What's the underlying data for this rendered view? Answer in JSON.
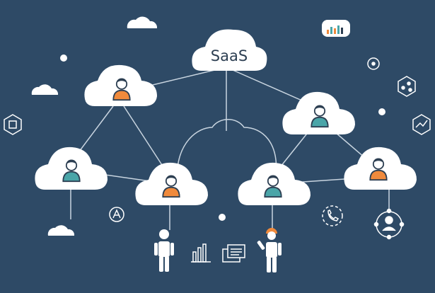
{
  "title": "SaaS",
  "colors": {
    "background": "#2e4a66",
    "cloud": "#ffffff",
    "line": "#c9d5e0",
    "orange_shirt": "#f08a3c",
    "teal_shirt": "#4aa5a8",
    "skin": "#ffffff",
    "hair": "#2d3f52",
    "icon_stroke": "#ffffff"
  },
  "nodes": [
    {
      "id": "saas-hub",
      "kind": "label"
    },
    {
      "id": "user-top-left",
      "kind": "user",
      "shirt": "orange"
    },
    {
      "id": "user-top-right",
      "kind": "user",
      "shirt": "teal"
    },
    {
      "id": "user-mid-left",
      "kind": "user",
      "shirt": "teal"
    },
    {
      "id": "user-center-left",
      "kind": "user",
      "shirt": "orange"
    },
    {
      "id": "user-center-right",
      "kind": "user",
      "shirt": "teal"
    },
    {
      "id": "user-mid-right",
      "kind": "user",
      "shirt": "orange"
    }
  ],
  "icons": [
    "bar-chart-icon",
    "settings-node-icon",
    "network-hexagon-icon",
    "trend-chart-icon",
    "ai-icon",
    "circuit-icon",
    "phone-icon",
    "user-network-icon",
    "bar-graph-icon",
    "document-icon",
    "person-icon",
    "worker-icon"
  ]
}
